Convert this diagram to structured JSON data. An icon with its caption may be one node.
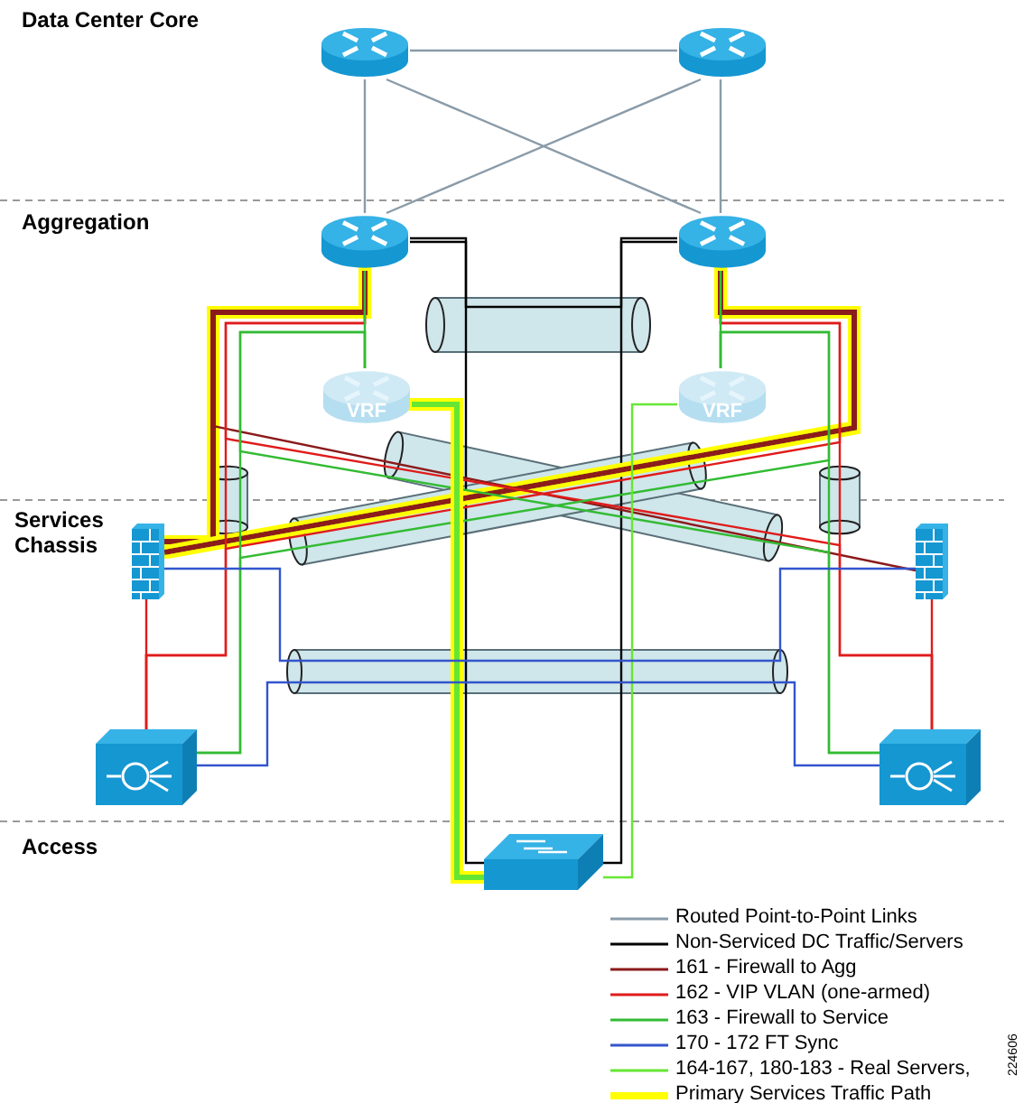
{
  "diagram": {
    "nodes": [
      {
        "text": [],
        "shape": "router"
      },
      {
        "text": [],
        "shape": "router"
      },
      {
        "text": [],
        "shape": "router"
      },
      {
        "text": [],
        "shape": "router"
      },
      {
        "text": [
          "VRF"
        ]
      },
      {
        "text": [
          "VRF"
        ]
      },
      {
        "text": [],
        "shape": "firewall"
      },
      {
        "text": [],
        "shape": "firewall"
      },
      {
        "text": [],
        "shape": "box"
      },
      {
        "text": [],
        "shape": "box"
      },
      {
        "text": [],
        "shape": "switch"
      }
    ],
    "edges": [
      {
        "from": 0,
        "to": 1,
        "arrow": "none",
        "color": "#8a9ba8"
      },
      {
        "from": 0,
        "to": 3,
        "arrow": "none",
        "color": "#8a9ba8"
      },
      {
        "from": 0,
        "to": 2,
        "arrow": "none",
        "color": "#8a9ba8"
      },
      {
        "from": 1,
        "to": 2,
        "arrow": "none",
        "color": "#8a9ba8"
      },
      {
        "from": 1,
        "to": 3,
        "arrow": "none",
        "color": "#8a9ba8"
      },
      {
        "from": 2,
        "to": 3,
        "arrow": "none",
        "color": "#000000"
      },
      {
        "from": 2,
        "to": 10,
        "arrow": "none",
        "color": "#000000"
      },
      {
        "from": 3,
        "to": 10,
        "arrow": "none",
        "color": "#000000"
      },
      {
        "from": 2,
        "to": 6,
        "arrow": "none",
        "color": "#8b1a1a",
        "style": "thick"
      },
      {
        "from": 3,
        "to": 6,
        "arrow": "none",
        "color": "#8b1a1a",
        "style": "thick"
      },
      {
        "from": 2,
        "to": 7,
        "arrow": "none",
        "color": "#8b1a1a"
      },
      {
        "from": 2,
        "to": 8,
        "arrow": "none",
        "color": "#e01b1b"
      },
      {
        "from": 3,
        "to": 9,
        "arrow": "none",
        "color": "#e01b1b"
      },
      {
        "from": 2,
        "to": 9,
        "arrow": "none",
        "color": "#e01b1b"
      },
      {
        "from": 3,
        "to": 8,
        "arrow": "none",
        "color": "#e01b1b"
      },
      {
        "from": 6,
        "to": 8,
        "arrow": "none",
        "color": "#e01b1b"
      },
      {
        "from": 7,
        "to": 9,
        "arrow": "none",
        "color": "#e01b1b"
      },
      {
        "from": 2,
        "to": 4,
        "arrow": "none",
        "color": "#33bb33"
      },
      {
        "from": 3,
        "to": 5,
        "arrow": "none",
        "color": "#33bb33"
      },
      {
        "from": 4,
        "to": 8,
        "arrow": "none",
        "color": "#33bb33"
      },
      {
        "from": 5,
        "to": 9,
        "arrow": "none",
        "color": "#33bb33"
      },
      {
        "from": 4,
        "to": 9,
        "arrow": "none",
        "color": "#33bb33"
      },
      {
        "from": 5,
        "to": 8,
        "arrow": "none",
        "color": "#33bb33"
      },
      {
        "from": 4,
        "to": 10,
        "arrow": "none",
        "color": "#66e633",
        "style": "thick"
      },
      {
        "from": 5,
        "to": 10,
        "arrow": "none",
        "color": "#66e633"
      },
      {
        "from": 6,
        "to": 7,
        "arrow": "none",
        "color": "#3355cc"
      },
      {
        "from": 8,
        "to": 9,
        "arrow": "none",
        "color": "#3355cc"
      }
    ],
    "labels": [
      "Data Center Core",
      "Aggregation",
      "Services Chassis",
      "Access",
      "224606"
    ],
    "legend": [
      {
        "text": "Routed Point-to-Point Links"
      },
      {
        "text": "Non-Serviced DC Traffic/Servers"
      },
      {
        "text": "161 - Firewall to Agg"
      },
      {
        "text": "162 - VIP VLAN (one-armed)"
      },
      {
        "text": "163 - Firewall to Service"
      },
      {
        "text": "170 - 172 FT Sync"
      },
      {
        "text": "164-167, 180-183 - Real Servers,"
      },
      {
        "text": "Primary Services Traffic Path"
      }
    ]
  }
}
